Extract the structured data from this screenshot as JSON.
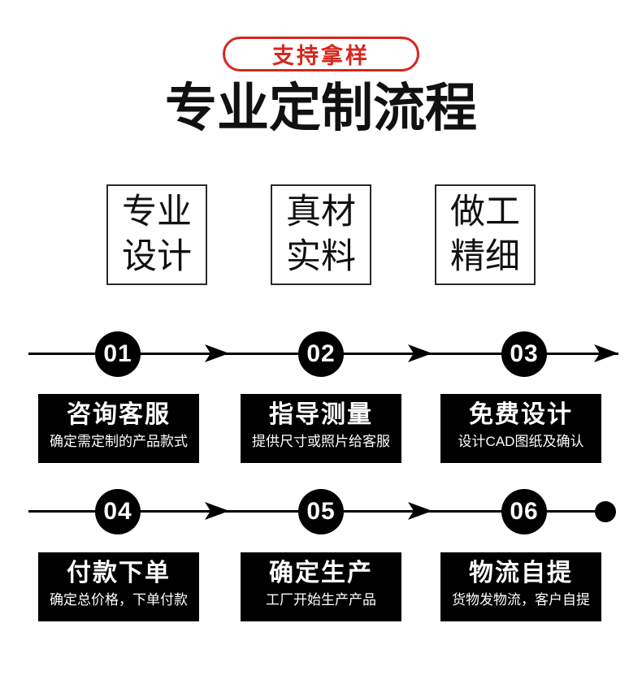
{
  "badge": {
    "label": "支持拿样"
  },
  "title": {
    "text": "专业定制流程"
  },
  "features": [
    {
      "line1": "专业",
      "line2": "设计"
    },
    {
      "line1": "真材",
      "line2": "实料"
    },
    {
      "line1": "做工",
      "line2": "精细"
    }
  ],
  "steps": [
    {
      "num": "01",
      "title": "咨询客服",
      "desc": "确定需定制的产品款式"
    },
    {
      "num": "02",
      "title": "指导测量",
      "desc": "提供尺寸或照片给客服"
    },
    {
      "num": "03",
      "title": "免费设计",
      "desc": "设计CAD图纸及确认"
    },
    {
      "num": "04",
      "title": "付款下单",
      "desc": "确定总价格，下单付款"
    },
    {
      "num": "05",
      "title": "确定生产",
      "desc": "工厂开始生产产品"
    },
    {
      "num": "06",
      "title": "物流自提",
      "desc": "货物发物流，客户自提"
    }
  ],
  "colors": {
    "accent_red": "#d7261e",
    "ink": "#000000"
  }
}
